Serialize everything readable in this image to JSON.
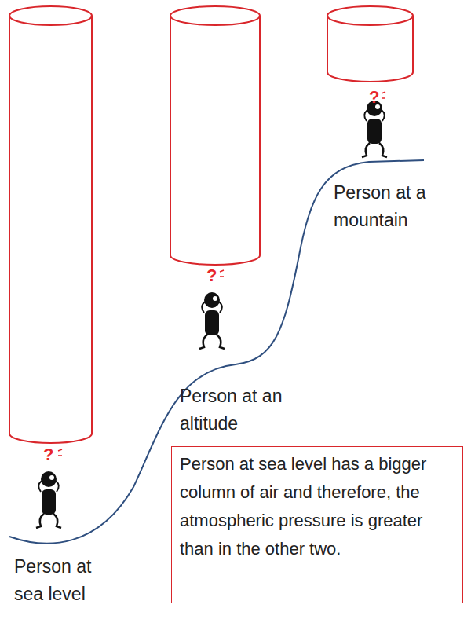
{
  "diagram": {
    "nodes": [
      {
        "text": [
          "Person at sea level has a bigger column of air and therefore, the atmospheric pressure is greater than in the other two."
        ]
      }
    ],
    "labels": [
      "?",
      "?",
      "?",
      "Person at sea level",
      "Person at an altitude",
      "Person at a mountain"
    ]
  }
}
